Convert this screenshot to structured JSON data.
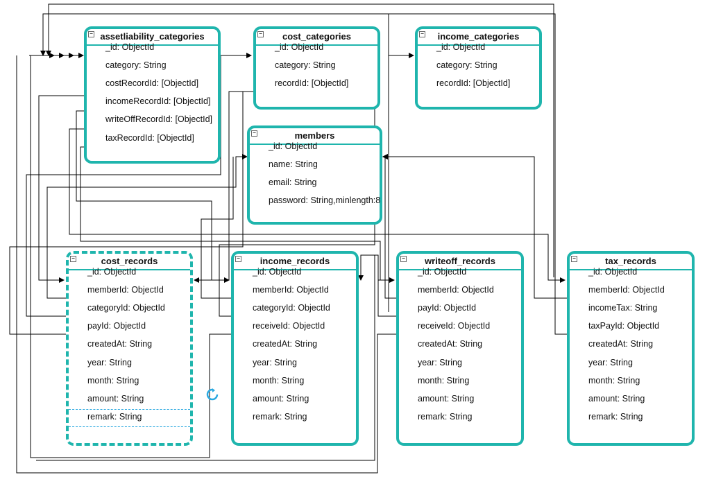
{
  "entities": [
    {
      "id": "assetliability",
      "name": "assetliability_categories",
      "fields": [
        "_id: ObjectId",
        "category: String",
        "costRecordId: [ObjectId]",
        "incomeRecordId: [ObjectId]",
        "writeOffRecordId: [ObjectId]",
        "taxRecordId: [ObjectId]"
      ]
    },
    {
      "id": "cost_categories",
      "name": "cost_categories",
      "fields": [
        "_id: ObjectId",
        "category: String",
        "recordId: [ObjectId]"
      ]
    },
    {
      "id": "income_categories",
      "name": "income_categories",
      "fields": [
        "_id: ObjectId",
        "category: String",
        "recordId: [ObjectId]"
      ]
    },
    {
      "id": "members",
      "name": "members",
      "fields": [
        "_id: ObjectId",
        "name: String",
        "email: String",
        "password: String,minlength:8"
      ]
    },
    {
      "id": "cost_records",
      "name": "cost_records",
      "selected": true,
      "fields": [
        "_id: ObjectId",
        "memberId: ObjectId",
        "categoryId: ObjectId",
        "payId: ObjectId",
        "createdAt: String",
        "year: String",
        "month: String",
        "amount: String",
        "remark: String"
      ]
    },
    {
      "id": "income_records",
      "name": "income_records",
      "fields": [
        "_id: ObjectId",
        "memberId: ObjectId",
        "categoryId: ObjectId",
        "receiveId: ObjectId",
        "createdAt: String",
        "year: String",
        "month: String",
        "amount: String",
        "remark: String"
      ]
    },
    {
      "id": "writeoff_records",
      "name": "writeoff_records",
      "fields": [
        "_id: ObjectId",
        "memberId: ObjectId",
        "payId: ObjectId",
        "receiveId: ObjectId",
        "createdAt: String",
        "year: String",
        "month: String",
        "amount: String",
        "remark: String"
      ]
    },
    {
      "id": "tax_records",
      "name": "tax_records",
      "fields": [
        "_id: ObjectId",
        "memberId: ObjectId",
        "incomeTax: String",
        "taxPayId: ObjectId",
        "createdAt: String",
        "year: String",
        "month: String",
        "amount: String",
        "remark: String"
      ]
    }
  ],
  "colors": {
    "entity_border": "#1fb5ad",
    "connector": "#000000",
    "selection": "#29a8e0"
  },
  "icons": {
    "collapse": "minus-box-icon",
    "rotate": "rotate-handle-icon"
  }
}
